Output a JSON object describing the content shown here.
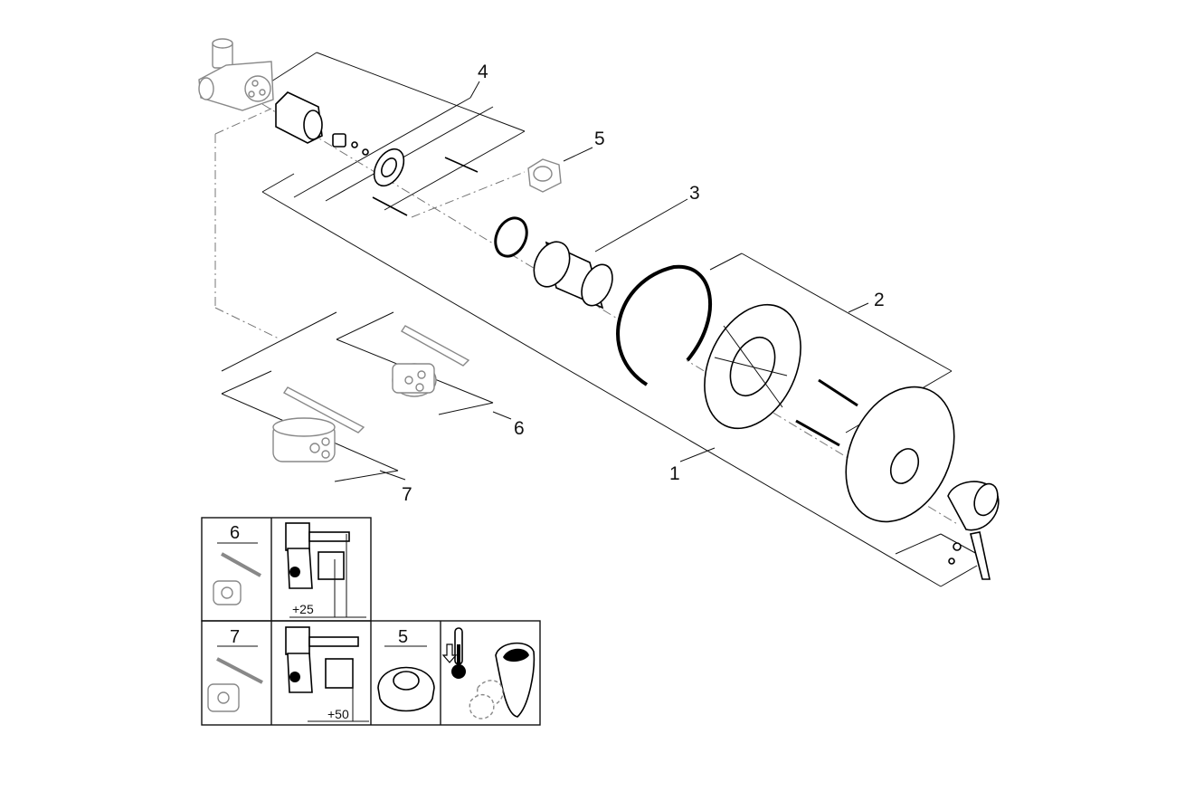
{
  "callouts": [
    {
      "id": "callout-1",
      "text": "1"
    },
    {
      "id": "callout-2",
      "text": "2"
    },
    {
      "id": "callout-3",
      "text": "3"
    },
    {
      "id": "callout-4",
      "text": "4"
    },
    {
      "id": "callout-5",
      "text": "5"
    },
    {
      "id": "callout-6",
      "text": "6"
    },
    {
      "id": "callout-7",
      "text": "7"
    }
  ],
  "inset": {
    "box6_label": "6",
    "box7_label": "7",
    "box5_label": "5",
    "dim_25": "+25",
    "dim_50": "+50"
  }
}
